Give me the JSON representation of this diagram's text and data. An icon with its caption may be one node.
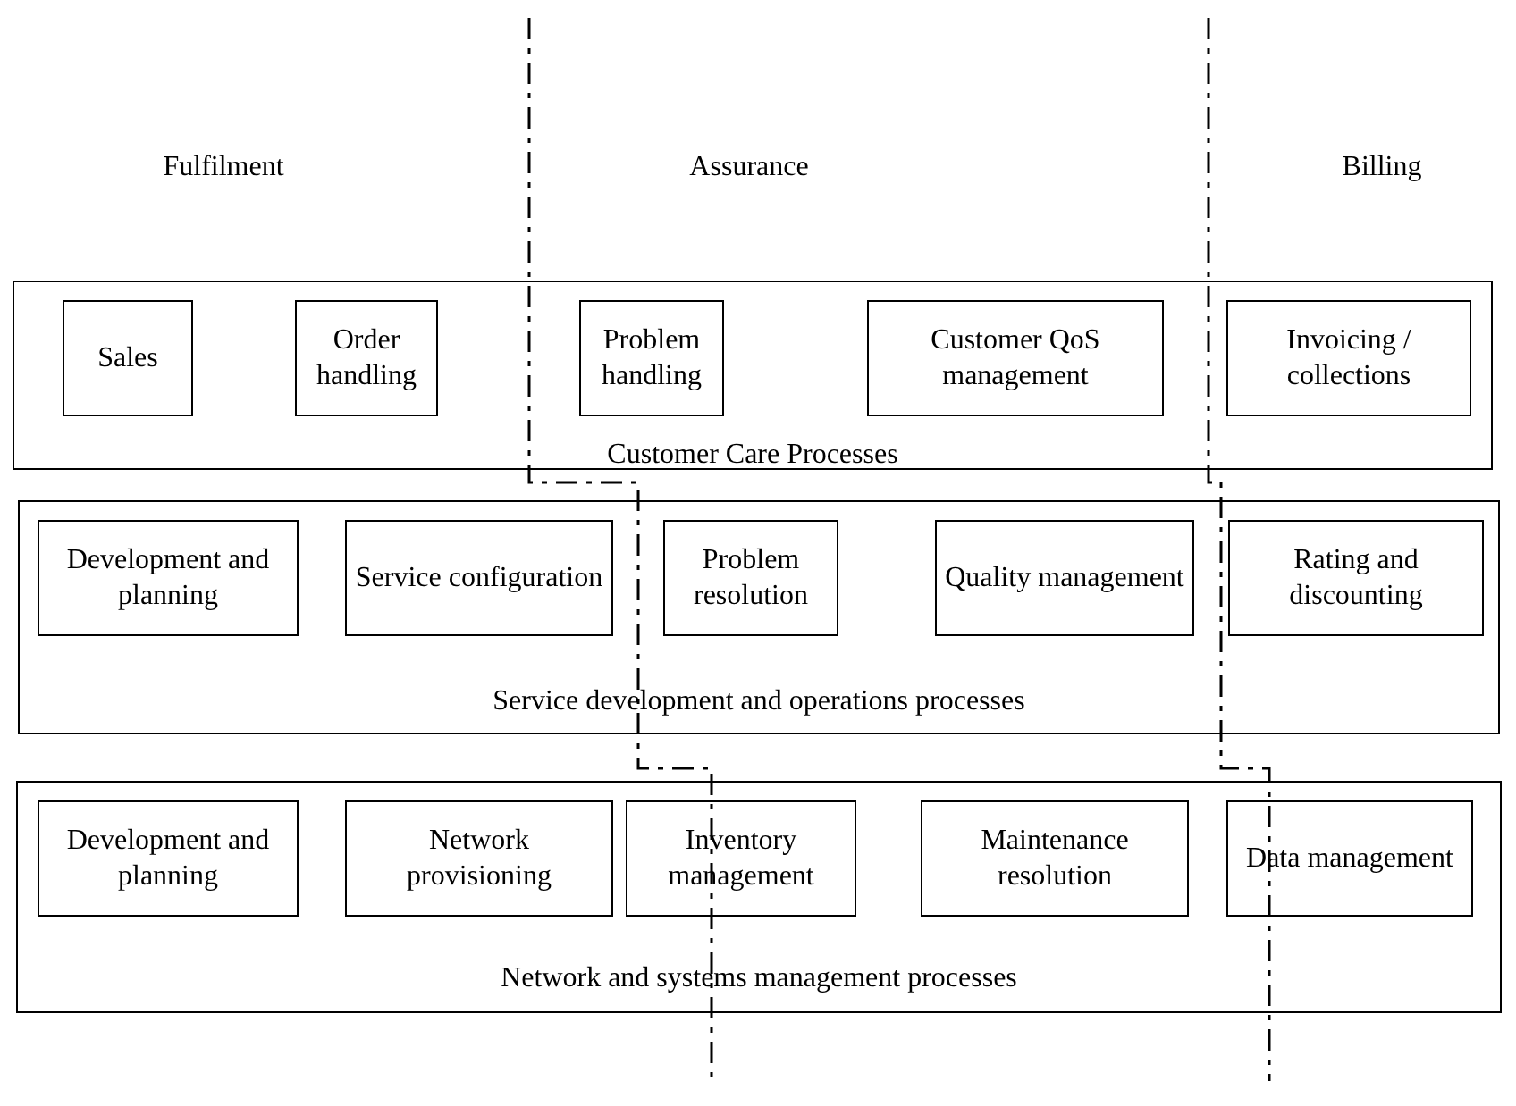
{
  "diagram": {
    "nodes": [
      {
        "text": [
          "Customer Care Processes"
        ]
      },
      {
        "text": [
          "Sales"
        ],
        "in": 0
      },
      {
        "text": [
          "Order handling"
        ],
        "in": 0
      },
      {
        "text": [
          "Problem handling"
        ],
        "in": 0
      },
      {
        "text": [
          "Customer QoS management"
        ],
        "in": 0
      },
      {
        "text": [
          "Invoicing / collections"
        ],
        "in": 0
      },
      {
        "text": [
          "Service development and operations processes"
        ]
      },
      {
        "text": [
          "Development and planning"
        ],
        "in": 6
      },
      {
        "text": [
          "Service configuration"
        ],
        "in": 6
      },
      {
        "text": [
          "Problem resolution"
        ],
        "in": 6
      },
      {
        "text": [
          "Quality management"
        ],
        "in": 6
      },
      {
        "text": [
          "Rating and discounting"
        ],
        "in": 6
      },
      {
        "text": [
          "Network and systems management processes"
        ]
      },
      {
        "text": [
          "Development and planning"
        ],
        "in": 12
      },
      {
        "text": [
          "Network provisioning"
        ],
        "in": 12
      },
      {
        "text": [
          "Inventory management"
        ],
        "in": 12
      },
      {
        "text": [
          "Maintenance resolution"
        ],
        "in": 12
      },
      {
        "text": [
          "Data management"
        ],
        "in": 12
      }
    ],
    "edges": [],
    "labels": [
      "Fulfilment",
      "Assurance",
      "Billing"
    ]
  }
}
